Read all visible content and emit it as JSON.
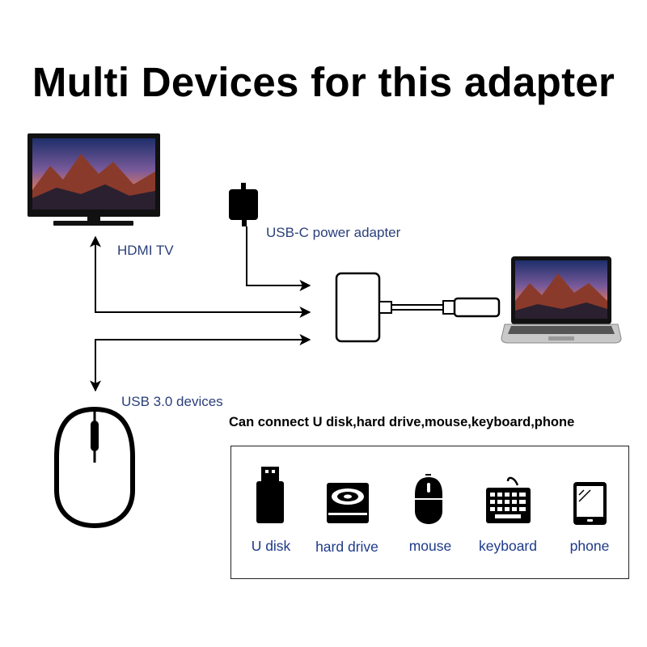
{
  "title": "Multi Devices for this adapter",
  "labels": {
    "hdmi_tv": "HDMI TV",
    "power_adapter": "USB-C power adapter",
    "usb_devices": "USB 3.0 devices",
    "connect_caption": "Can connect U disk,hard drive,mouse,keyboard,phone"
  },
  "devices": [
    {
      "label": "U disk",
      "icon": "usb-stick-icon"
    },
    {
      "label": "hard drive",
      "icon": "hard-drive-icon"
    },
    {
      "label": "mouse",
      "icon": "mouse-icon"
    },
    {
      "label": "keyboard",
      "icon": "keyboard-icon"
    },
    {
      "label": "phone",
      "icon": "phone-icon"
    }
  ],
  "colors": {
    "label_blue": "#2a3f7a",
    "device_label_blue": "#1d3a8a",
    "line": "#000000"
  }
}
